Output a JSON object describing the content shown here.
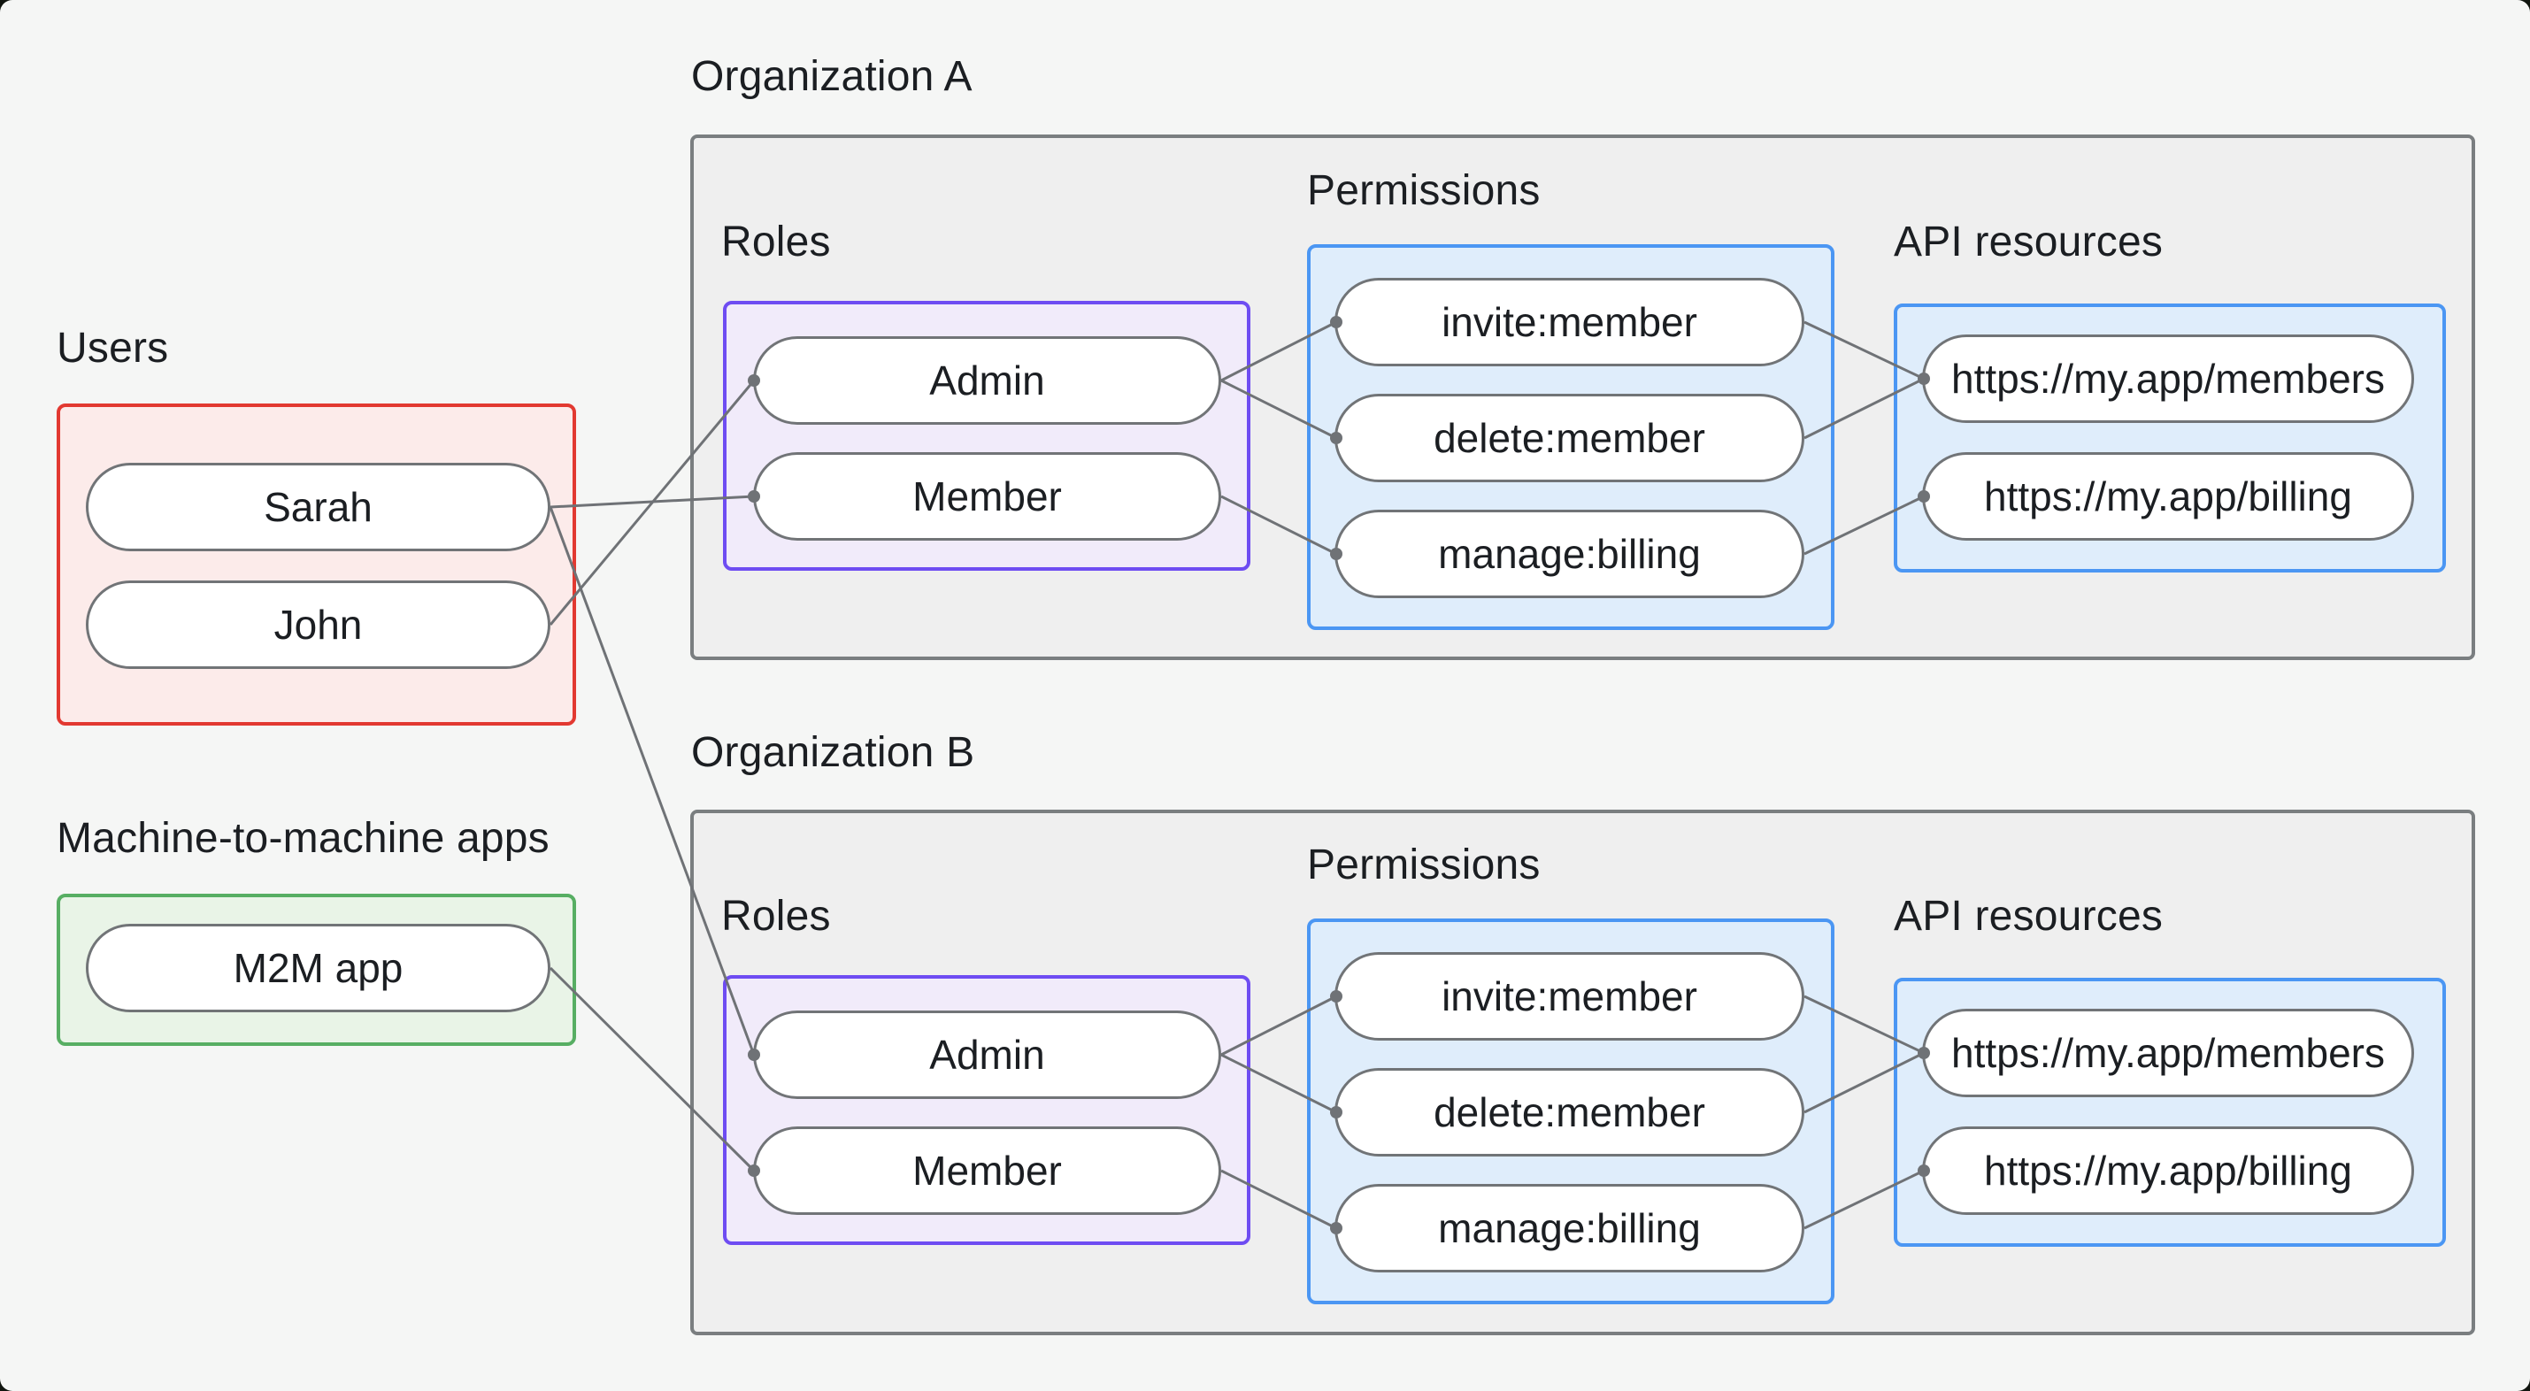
{
  "colors": {
    "canvas-bg": "#f5f6f5",
    "outer-bg": "#10150f",
    "text": "#1b1e22",
    "users-border": "#e23931",
    "users-bg": "#fcebea",
    "m2m-border": "#57ae63",
    "m2m-bg": "#e9f4e7",
    "org-border": "#7a7e80",
    "org-bg": "#efefef",
    "roles-border": "#6e4cf2",
    "roles-bg": "#f1ebfa",
    "blue-border": "#4b96f3",
    "blue-bg": "#dfedfb",
    "pill-border": "#717477",
    "pill-bg": "#ffffff",
    "line": "#6f7276",
    "dot": "#6f7276"
  },
  "users": {
    "label": "Users",
    "items": [
      "Sarah",
      "John"
    ]
  },
  "m2m": {
    "label": "Machine-to-machine apps",
    "items": [
      "M2M app"
    ]
  },
  "orgs": [
    {
      "label": "Organization A",
      "roles_label": "Roles",
      "permissions_label": "Permissions",
      "api_label": "API resources",
      "roles": [
        "Admin",
        "Member"
      ],
      "permissions": [
        "invite:member",
        "delete:member",
        "manage:billing"
      ],
      "api_resources": [
        "https://my.app/members",
        "https://my.app/billing"
      ]
    },
    {
      "label": "Organization B",
      "roles_label": "Roles",
      "permissions_label": "Permissions",
      "api_label": "API resources",
      "roles": [
        "Admin",
        "Member"
      ],
      "permissions": [
        "invite:member",
        "delete:member",
        "manage:billing"
      ],
      "api_resources": [
        "https://my.app/members",
        "https://my.app/billing"
      ]
    }
  ],
  "edges": [
    {
      "from": "Sarah",
      "to": "Organization A > Member"
    },
    {
      "from": "John",
      "to": "Organization A > Admin"
    },
    {
      "from": "Sarah",
      "to": "Organization B > Admin"
    },
    {
      "from": "M2M app",
      "to": "Organization B > Member"
    },
    {
      "from": "Organization A > Admin",
      "to": "Organization A > invite:member"
    },
    {
      "from": "Organization A > Admin",
      "to": "Organization A > delete:member"
    },
    {
      "from": "Organization A > Member",
      "to": "Organization A > manage:billing"
    },
    {
      "from": "Organization A > invite:member",
      "to": "Organization A > https://my.app/members"
    },
    {
      "from": "Organization A > delete:member",
      "to": "Organization A > https://my.app/members"
    },
    {
      "from": "Organization A > manage:billing",
      "to": "Organization A > https://my.app/billing"
    },
    {
      "from": "Organization B > Admin",
      "to": "Organization B > invite:member"
    },
    {
      "from": "Organization B > Admin",
      "to": "Organization B > delete:member"
    },
    {
      "from": "Organization B > Member",
      "to": "Organization B > manage:billing"
    },
    {
      "from": "Organization B > invite:member",
      "to": "Organization B > https://my.app/members"
    },
    {
      "from": "Organization B > delete:member",
      "to": "Organization B > https://my.app/members"
    },
    {
      "from": "Organization B > manage:billing",
      "to": "Organization B > https://my.app/billing"
    }
  ]
}
